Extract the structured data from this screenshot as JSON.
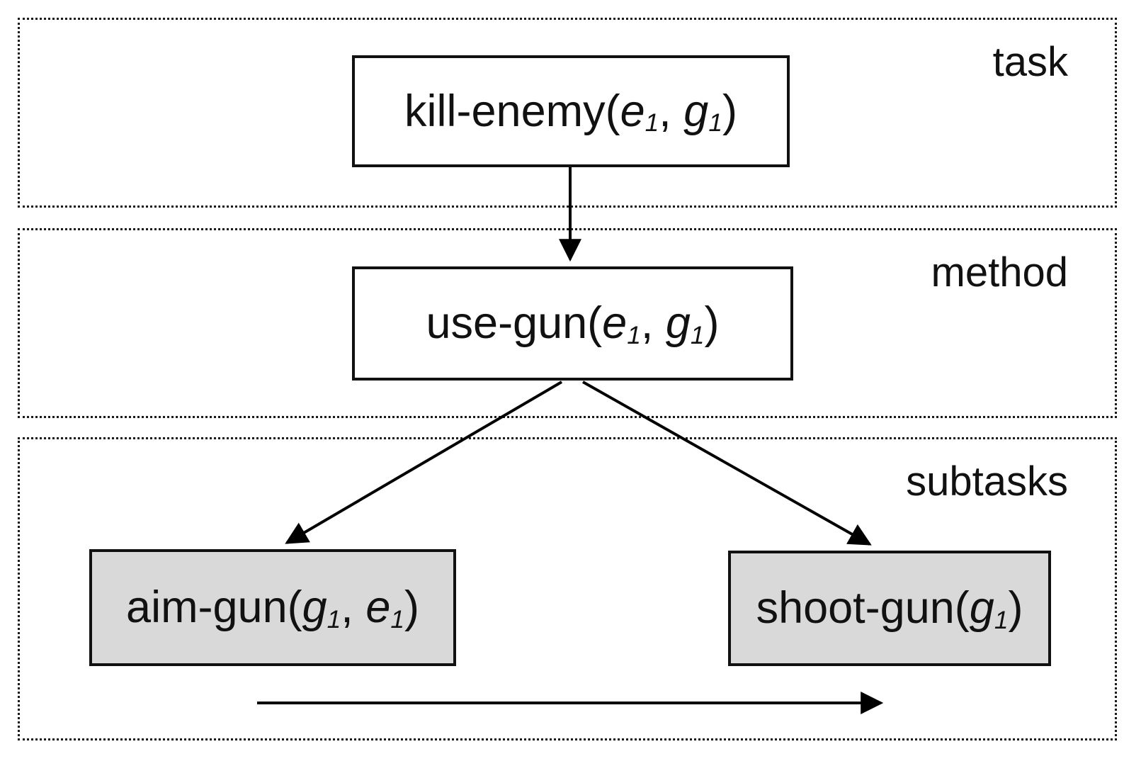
{
  "bands": [
    {
      "id": "task",
      "label": "task"
    },
    {
      "id": "method",
      "label": "method"
    },
    {
      "id": "subtasks",
      "label": "subtasks"
    }
  ],
  "nodes": {
    "task": {
      "fn": "kill-enemy(",
      "p1": "e",
      "p1sub": "1",
      "sep": ", ",
      "p2": "g",
      "p2sub": "1",
      "close": ")"
    },
    "method": {
      "fn": "use-gun(",
      "p1": "e",
      "p1sub": "1",
      "sep": ", ",
      "p2": "g",
      "p2sub": "1",
      "close": ")"
    },
    "subtask_left": {
      "fn": "aim-gun(",
      "p1": "g",
      "p1sub": "1",
      "sep": ", ",
      "p2": "e",
      "p2sub": "1",
      "close": ")"
    },
    "subtask_right": {
      "fn": "shoot-gun(",
      "p1": "g",
      "p1sub": "1",
      "close": ")"
    }
  },
  "arrows": [
    {
      "id": "task-to-method",
      "from": "kill-enemy",
      "to": "use-gun"
    },
    {
      "id": "method-to-left-subtask",
      "from": "use-gun",
      "to": "aim-gun"
    },
    {
      "id": "method-to-right-subtask",
      "from": "use-gun",
      "to": "shoot-gun"
    },
    {
      "id": "subtask-ordering",
      "direction": "left-to-right"
    }
  ],
  "colors": {
    "background": "#ffffff",
    "subtask_fill": "#d9d9d9",
    "node_border": "#111111",
    "line": "#000000"
  }
}
